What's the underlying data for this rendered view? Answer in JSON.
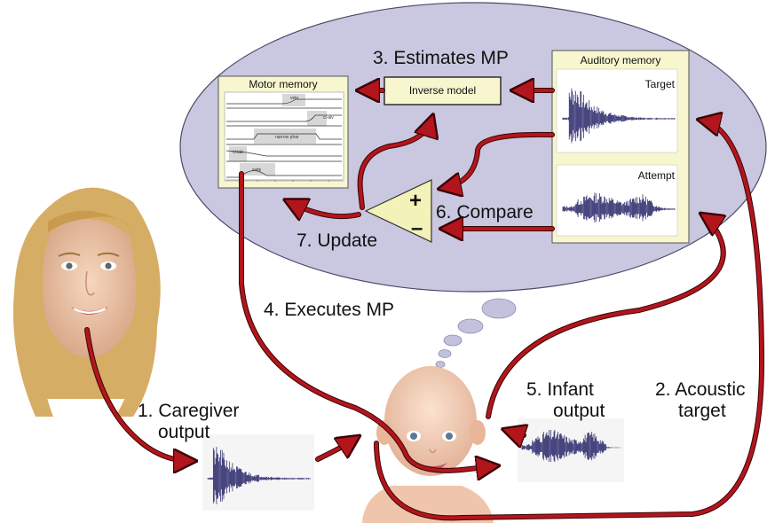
{
  "labels": {
    "estimates": "3. Estimates MP",
    "executes": "4. Executes MP",
    "compare": "6. Compare",
    "update": "7. Update",
    "caregiver_line1": "1. Caregiver",
    "caregiver_line2": "output",
    "acoustic_line1": "2. Acoustic",
    "acoustic_line2": "target",
    "infant_line1": "5. Infant",
    "infant_line2": "output"
  },
  "boxes": {
    "motor_memory": "Motor memory",
    "inverse_model": "Inverse model",
    "auditory_memory": "Auditory memory",
    "target": "Target",
    "attempt": "Attempt"
  },
  "comparator": {
    "plus": "+",
    "minus": "–"
  },
  "motor_tracks": [
    "velo",
    "cl-alv",
    "narrow phar",
    "cl-lab",
    "wide"
  ],
  "colors": {
    "ellipse_fill": "#c9c8e0",
    "ellipse_stroke": "#4a4a6a",
    "arrow": "#b3151c",
    "arrow_outline": "#3a0508",
    "box_fill": "#f7f6cf",
    "comparator_fill": "#f3f2b8",
    "waveform": "#1c1960",
    "thought_bubble": "#c3c2dc"
  }
}
